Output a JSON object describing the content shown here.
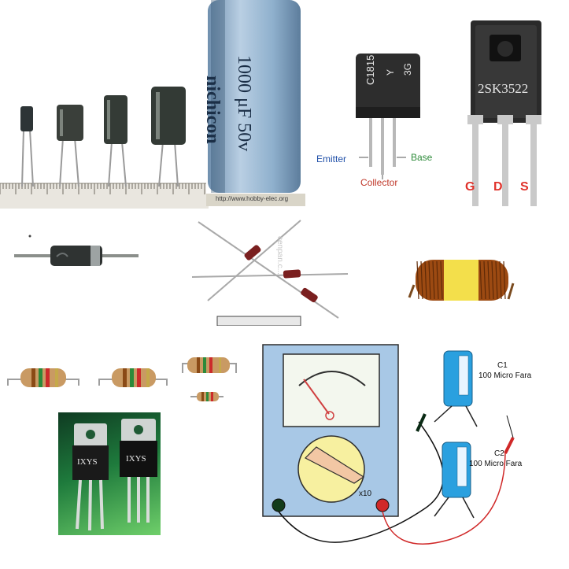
{
  "capacitor_photo": {
    "nichicon_text": "nichicon",
    "value_text": "1000 μF 50v",
    "watermark": "http://www.hobby-elec.org"
  },
  "transistor": {
    "part": "C1815",
    "grade": "Y",
    "code": "3G",
    "emitter": "Emitter",
    "base": "Base",
    "collector": "Collector",
    "colors": {
      "emitter": "#1f4fa8",
      "base": "#2e8b3a",
      "collector": "#c0392b"
    }
  },
  "mosfet": {
    "part": "2SK3522",
    "g": "G",
    "d": "D",
    "s": "S",
    "pin_color": "#e0322b"
  },
  "diodes": {
    "watermark": "cenpan.c..."
  },
  "ixys": {
    "brand": "IXYS"
  },
  "meter": {
    "range": "x10"
  },
  "caps_diagram": {
    "c1_name": "C1",
    "c1_value": "100 Micro Fara",
    "c2_name": "C2",
    "c2_value": "100 Micro Fara"
  }
}
